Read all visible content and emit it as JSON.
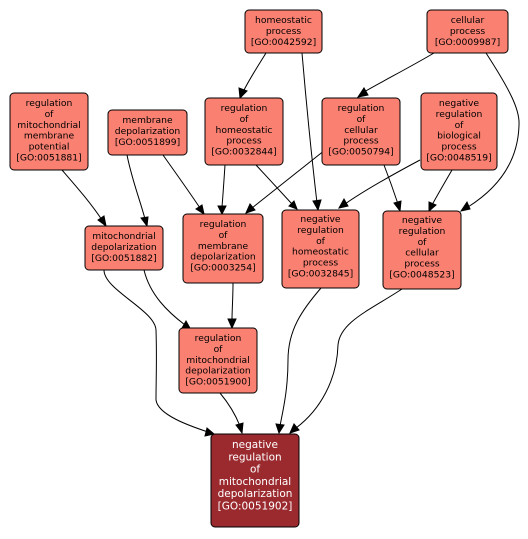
{
  "colors": {
    "node_fill": "#fa8072",
    "target_fill": "#9b2a2f",
    "target_text": "#ffffff",
    "edge": "#000000"
  },
  "nodes": {
    "homeostatic_process": [
      "homeostatic",
      "process",
      "[GO:0042592]"
    ],
    "cellular_process": [
      "cellular",
      "process",
      "[GO:0009987]"
    ],
    "reg_mito_membrane_potential": [
      "regulation",
      "of",
      "mitochondrial",
      "membrane",
      "potential",
      "[GO:0051881]"
    ],
    "membrane_depolarization": [
      "membrane",
      "depolarization",
      "[GO:0051899]"
    ],
    "reg_homeostatic_process": [
      "regulation",
      "of",
      "homeostatic",
      "process",
      "[GO:0032844]"
    ],
    "reg_cellular_process": [
      "regulation",
      "of",
      "cellular",
      "process",
      "[GO:0050794]"
    ],
    "neg_reg_biological_process": [
      "negative",
      "regulation",
      "of",
      "biological",
      "process",
      "[GO:0048519]"
    ],
    "mito_depolarization": [
      "mitochondrial",
      "depolarization",
      "[GO:0051882]"
    ],
    "reg_membrane_depolarization": [
      "regulation",
      "of",
      "membrane",
      "depolarization",
      "[GO:0003254]"
    ],
    "neg_reg_homeostatic_process": [
      "negative",
      "regulation",
      "of",
      "homeostatic",
      "process",
      "[GO:0032845]"
    ],
    "neg_reg_cellular_process": [
      "negative",
      "regulation",
      "of",
      "cellular",
      "process",
      "[GO:0048523]"
    ],
    "reg_mito_depolarization": [
      "regulation",
      "of",
      "mitochondrial",
      "depolarization",
      "[GO:0051900]"
    ],
    "neg_reg_mito_depolarization": [
      "negative",
      "regulation",
      "of",
      "mitochondrial",
      "depolarization",
      "[GO:0051902]"
    ]
  }
}
